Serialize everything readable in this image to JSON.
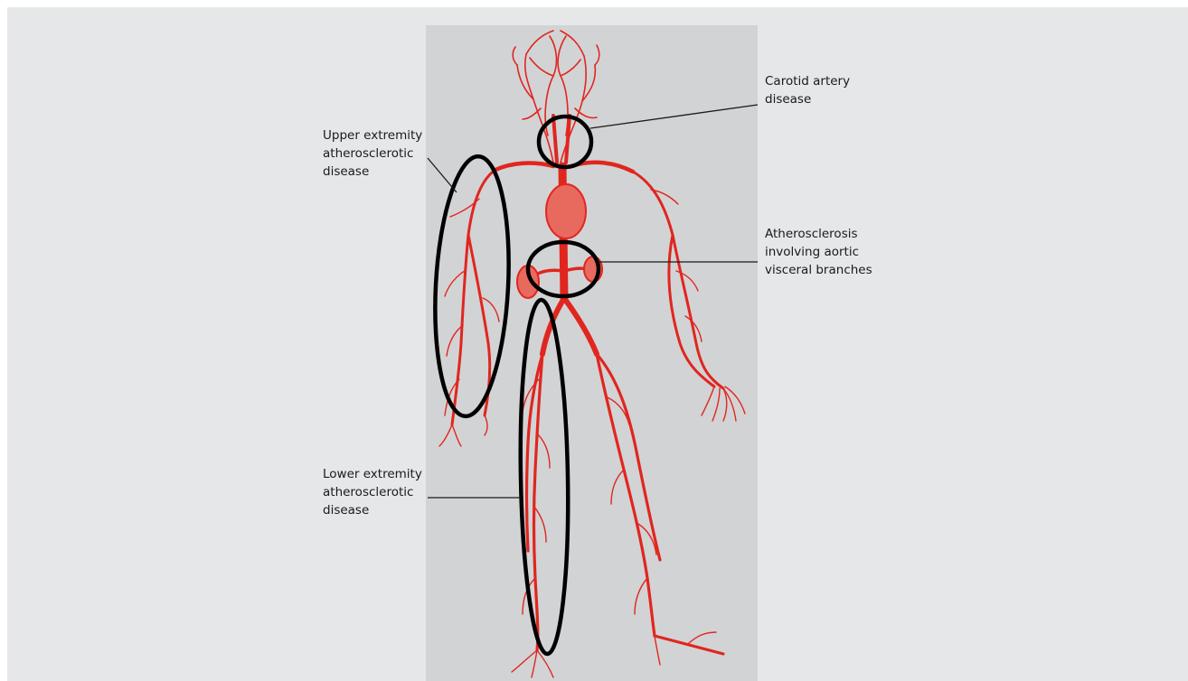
{
  "colors": {
    "background": "#e6e7e8",
    "panel": "#d2d3d5",
    "artery": "#e0261f",
    "organ": "#e8695e",
    "ring": "#000000",
    "text": "#1a1a1a"
  },
  "labels": {
    "carotid": [
      "Carotid artery",
      "disease"
    ],
    "upper": [
      "Upper extremity",
      "atherosclerotic",
      "disease"
    ],
    "aortic": [
      "Atherosclerosis",
      "involving aortic",
      "visceral branches"
    ],
    "lower": [
      "Lower extremity",
      "atherosclerotic",
      "disease"
    ]
  }
}
